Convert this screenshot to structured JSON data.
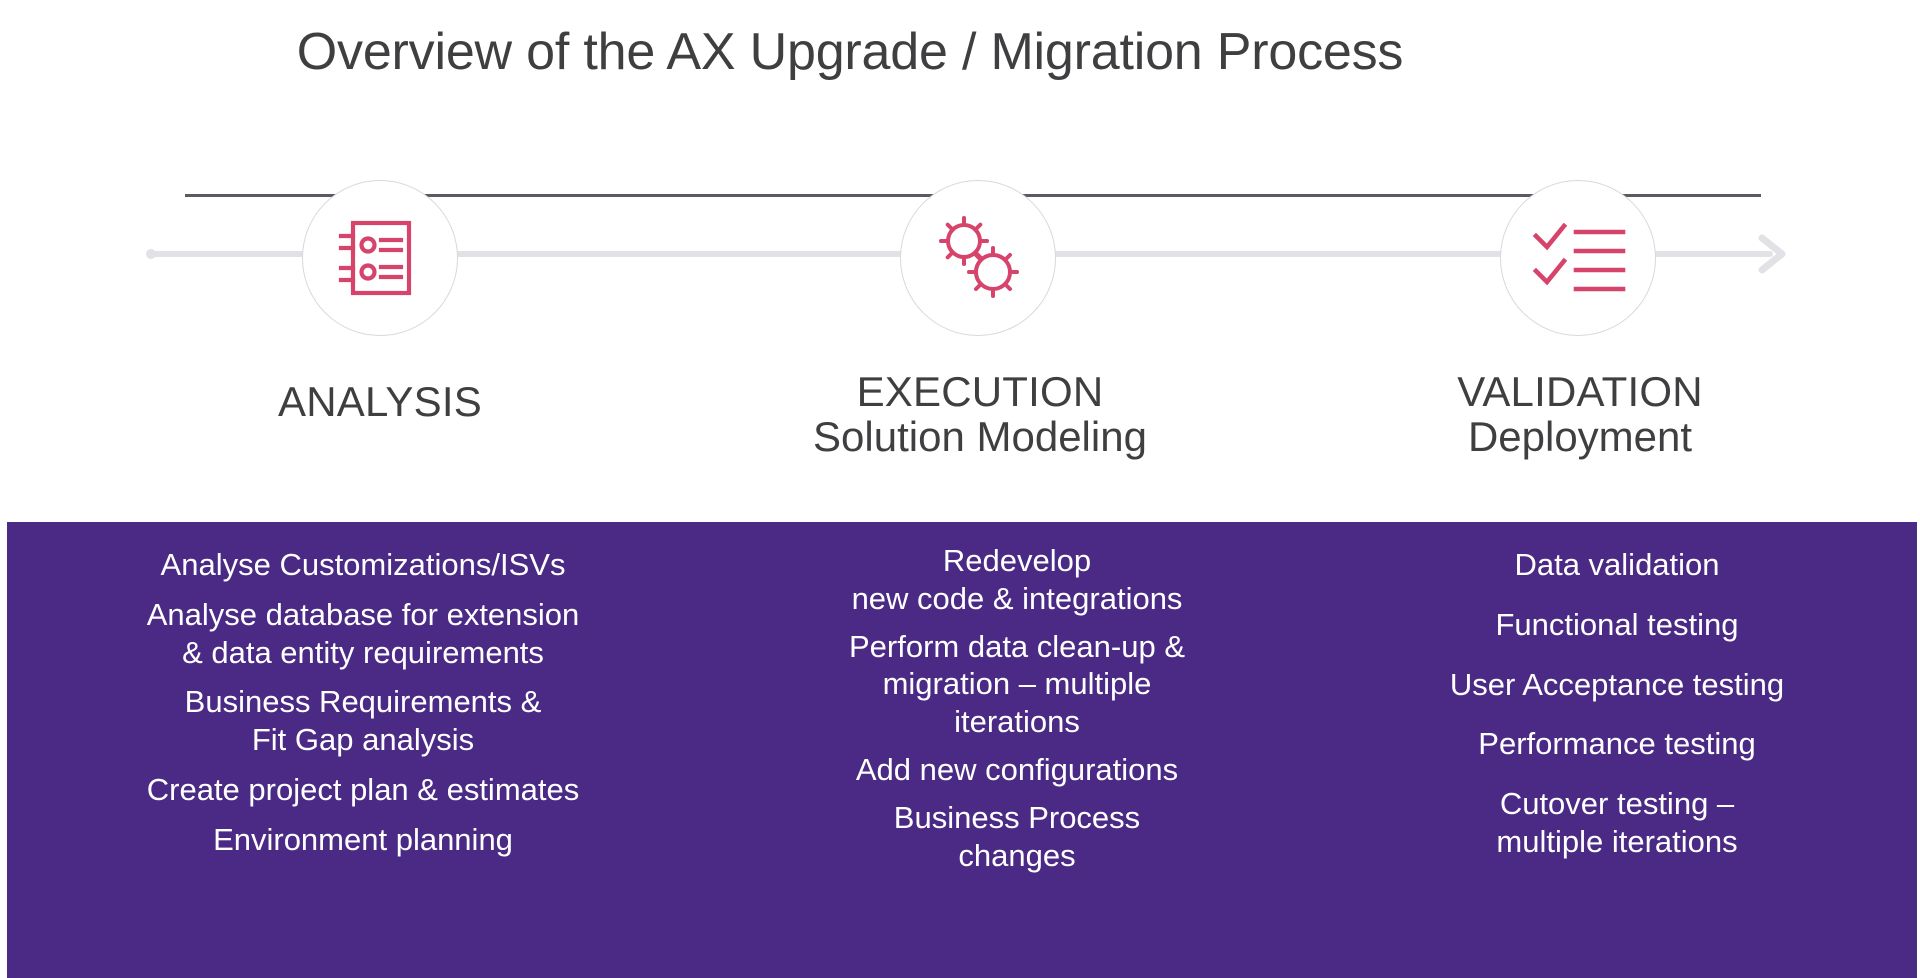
{
  "title": "Overview of the AX Upgrade / Migration Process",
  "theme": {
    "accent_purple": "#4a2a85",
    "icon_crimson": "#d6436b",
    "text_dark": "#3f3f41",
    "rail_dark": "#5a5a60",
    "rail_light": "#e2e2e6"
  },
  "timeline": {
    "stages": [
      {
        "icon": "checklist-notebook-icon",
        "label_line1": "ANALYSIS",
        "label_line2": ""
      },
      {
        "icon": "gears-icon",
        "label_line1": "EXECUTION",
        "label_line2": "Solution Modeling"
      },
      {
        "icon": "checkmark-list-icon",
        "label_line1": "VALIDATION",
        "label_line2": "Deployment"
      }
    ]
  },
  "panel": {
    "columns": [
      {
        "items": [
          "Analyse Customizations/ISVs",
          "Analyse database for extension\n& data entity requirements",
          "Business Requirements &\nFit Gap analysis",
          "Create project plan & estimates",
          "Environment planning"
        ]
      },
      {
        "items": [
          "Redevelop\nnew code & integrations",
          "Perform data clean-up &\nmigration  – multiple\niterations",
          "Add new configurations",
          "Business Process\nchanges"
        ]
      },
      {
        "items": [
          "Data validation",
          "Functional testing",
          "User Acceptance testing",
          "Performance testing",
          "Cutover testing –\nmultiple iterations"
        ]
      }
    ]
  }
}
